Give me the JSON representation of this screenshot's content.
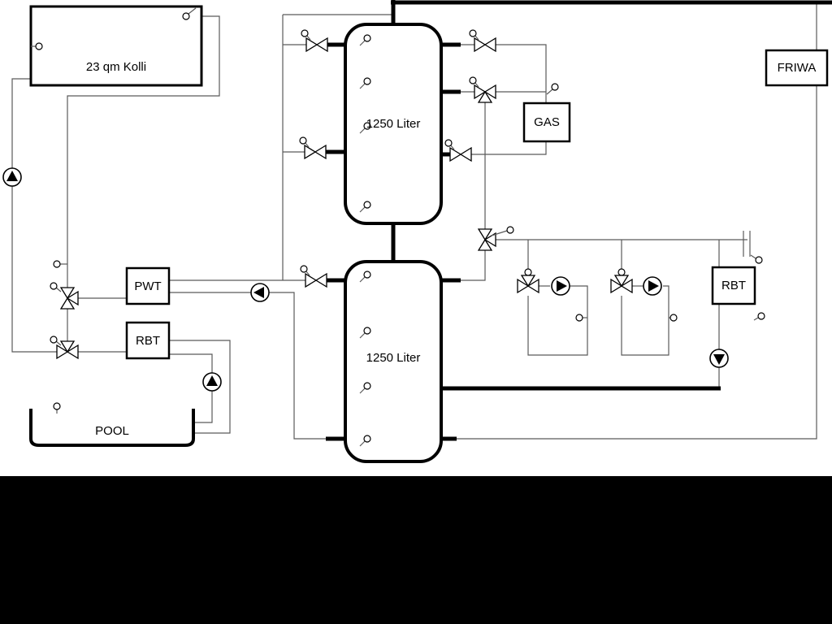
{
  "diagram": {
    "collector": {
      "label": "23 qm Kolli"
    },
    "tank_top": {
      "label": "1250 Liter"
    },
    "tank_bottom": {
      "label": "1250 Liter"
    },
    "gas_boiler": {
      "label": "GAS"
    },
    "friwa": {
      "label": "FRIWA"
    },
    "pwt": {
      "label": "PWT"
    },
    "rbt_left": {
      "label": "RBT"
    },
    "rbt_right": {
      "label": "RBT"
    },
    "pool": {
      "label": "POOL"
    },
    "symbols": {
      "pumps": [
        {
          "name": "solar-pump",
          "direction": "up"
        },
        {
          "name": "pwt-charge-pump",
          "direction": "left"
        },
        {
          "name": "pool-pump",
          "direction": "up"
        },
        {
          "name": "heating-pump-1",
          "direction": "right"
        },
        {
          "name": "heating-pump-2",
          "direction": "right"
        },
        {
          "name": "rbt-pump",
          "direction": "down"
        }
      ]
    },
    "colors": {
      "pipe_thin": "#5a5a5a",
      "pipe_thick": "#000000",
      "background": "#ffffff",
      "bottom_mask": "#000000"
    }
  }
}
